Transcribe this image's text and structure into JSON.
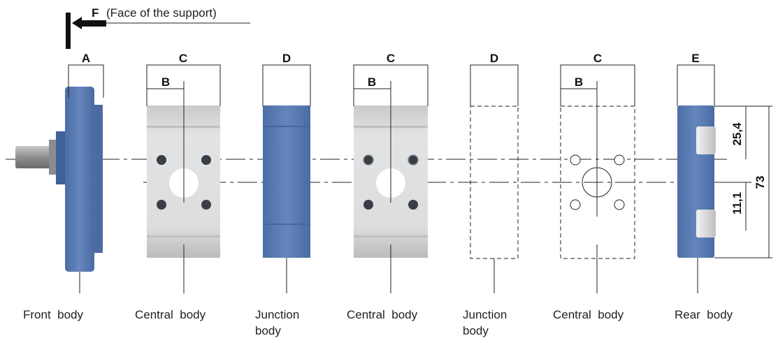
{
  "face_marker": {
    "letter": "F",
    "text": "(Face of the support)"
  },
  "dimension_letters": {
    "front_width": "A",
    "central_offset": "B",
    "central_width": "C",
    "junction_width": "D",
    "rear_width": "E"
  },
  "dimensions": {
    "upper": "25,4",
    "lower": "11,1",
    "total": "73"
  },
  "components": [
    {
      "caption": "Front  body"
    },
    {
      "caption": "Central  body"
    },
    {
      "caption_line1": "Junction",
      "caption_line2": "body"
    },
    {
      "caption": "Central  body"
    },
    {
      "caption_line1": "Junction",
      "caption_line2": "body"
    },
    {
      "caption": "Central  body"
    },
    {
      "caption": "Rear  body"
    }
  ],
  "colors": {
    "blue_body": "#5b7db5",
    "blue_dark": "#3e5f95",
    "grey_body": "#d7d8d9",
    "grey_dark": "#a9abad",
    "line": "#222222"
  }
}
